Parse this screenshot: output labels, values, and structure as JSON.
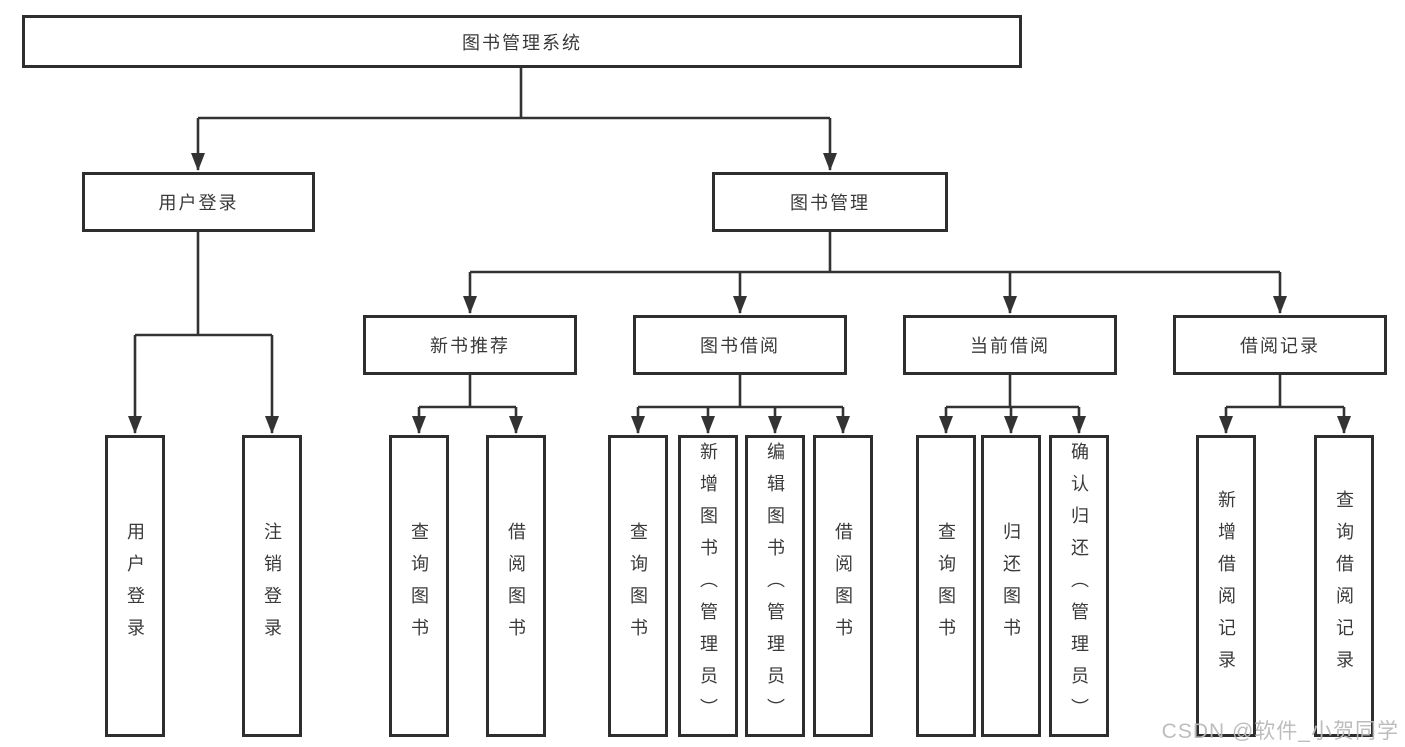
{
  "colors": {
    "line": "#333333",
    "box_border": "#2e2e2e",
    "text": "#3a3a3a",
    "watermark": "#b9b9b9",
    "background": "#ffffff"
  },
  "tree": {
    "root": {
      "label": "图书管理系统"
    },
    "branches": [
      {
        "label": "用户登录",
        "leaves": [
          {
            "label": "用户登录"
          },
          {
            "label": "注销登录"
          }
        ]
      },
      {
        "label": "图书管理",
        "groups": [
          {
            "label": "新书推荐",
            "leaves": [
              {
                "label": "查询图书"
              },
              {
                "label": "借阅图书"
              }
            ]
          },
          {
            "label": "图书借阅",
            "leaves": [
              {
                "label": "查询图书"
              },
              {
                "label": "新增图书（管理员）"
              },
              {
                "label": "编辑图书（管理员）"
              },
              {
                "label": "借阅图书"
              }
            ]
          },
          {
            "label": "当前借阅",
            "leaves": [
              {
                "label": "查询图书"
              },
              {
                "label": "归还图书"
              },
              {
                "label": "确认归还（管理员）"
              }
            ]
          },
          {
            "label": "借阅记录",
            "leaves": [
              {
                "label": "新增借阅记录"
              },
              {
                "label": "查询借阅记录"
              }
            ]
          }
        ]
      }
    ]
  },
  "watermark": {
    "text": "CSDN @软件_小贺同学"
  }
}
